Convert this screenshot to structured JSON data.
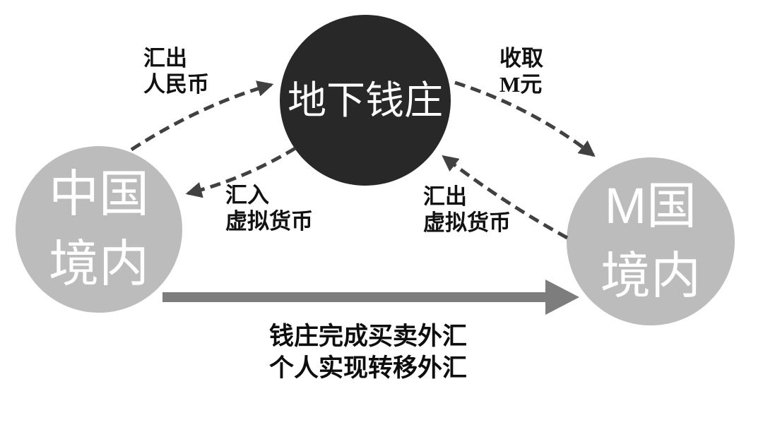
{
  "nodes": {
    "china": {
      "line1": "中国",
      "line2": "境内"
    },
    "bank": {
      "label": "地下钱庄"
    },
    "m_country": {
      "line1": "M国",
      "line2": "境内"
    }
  },
  "flow_labels": {
    "remit_rmb": {
      "line1": "汇出",
      "line2": "人民币"
    },
    "receive_m_currency": {
      "line1": "收取",
      "line2": "M元"
    },
    "remit_in_virtual_currency": {
      "line1": "汇入",
      "line2": "虚拟货币"
    },
    "remit_out_virtual_currency": {
      "line1": "汇出",
      "line2": "虚拟货币"
    }
  },
  "caption": {
    "line1": "钱庄完成买卖外汇",
    "line2": "个人实现转移外汇"
  },
  "colors": {
    "bank_circle": "#282828",
    "country_circle": "#bcbcbc",
    "circle_text": "#ffffff",
    "label_text": "#111111",
    "dashed_arrow": "#414141",
    "solid_arrow": "#7d7d7d",
    "background": "#ffffff"
  }
}
